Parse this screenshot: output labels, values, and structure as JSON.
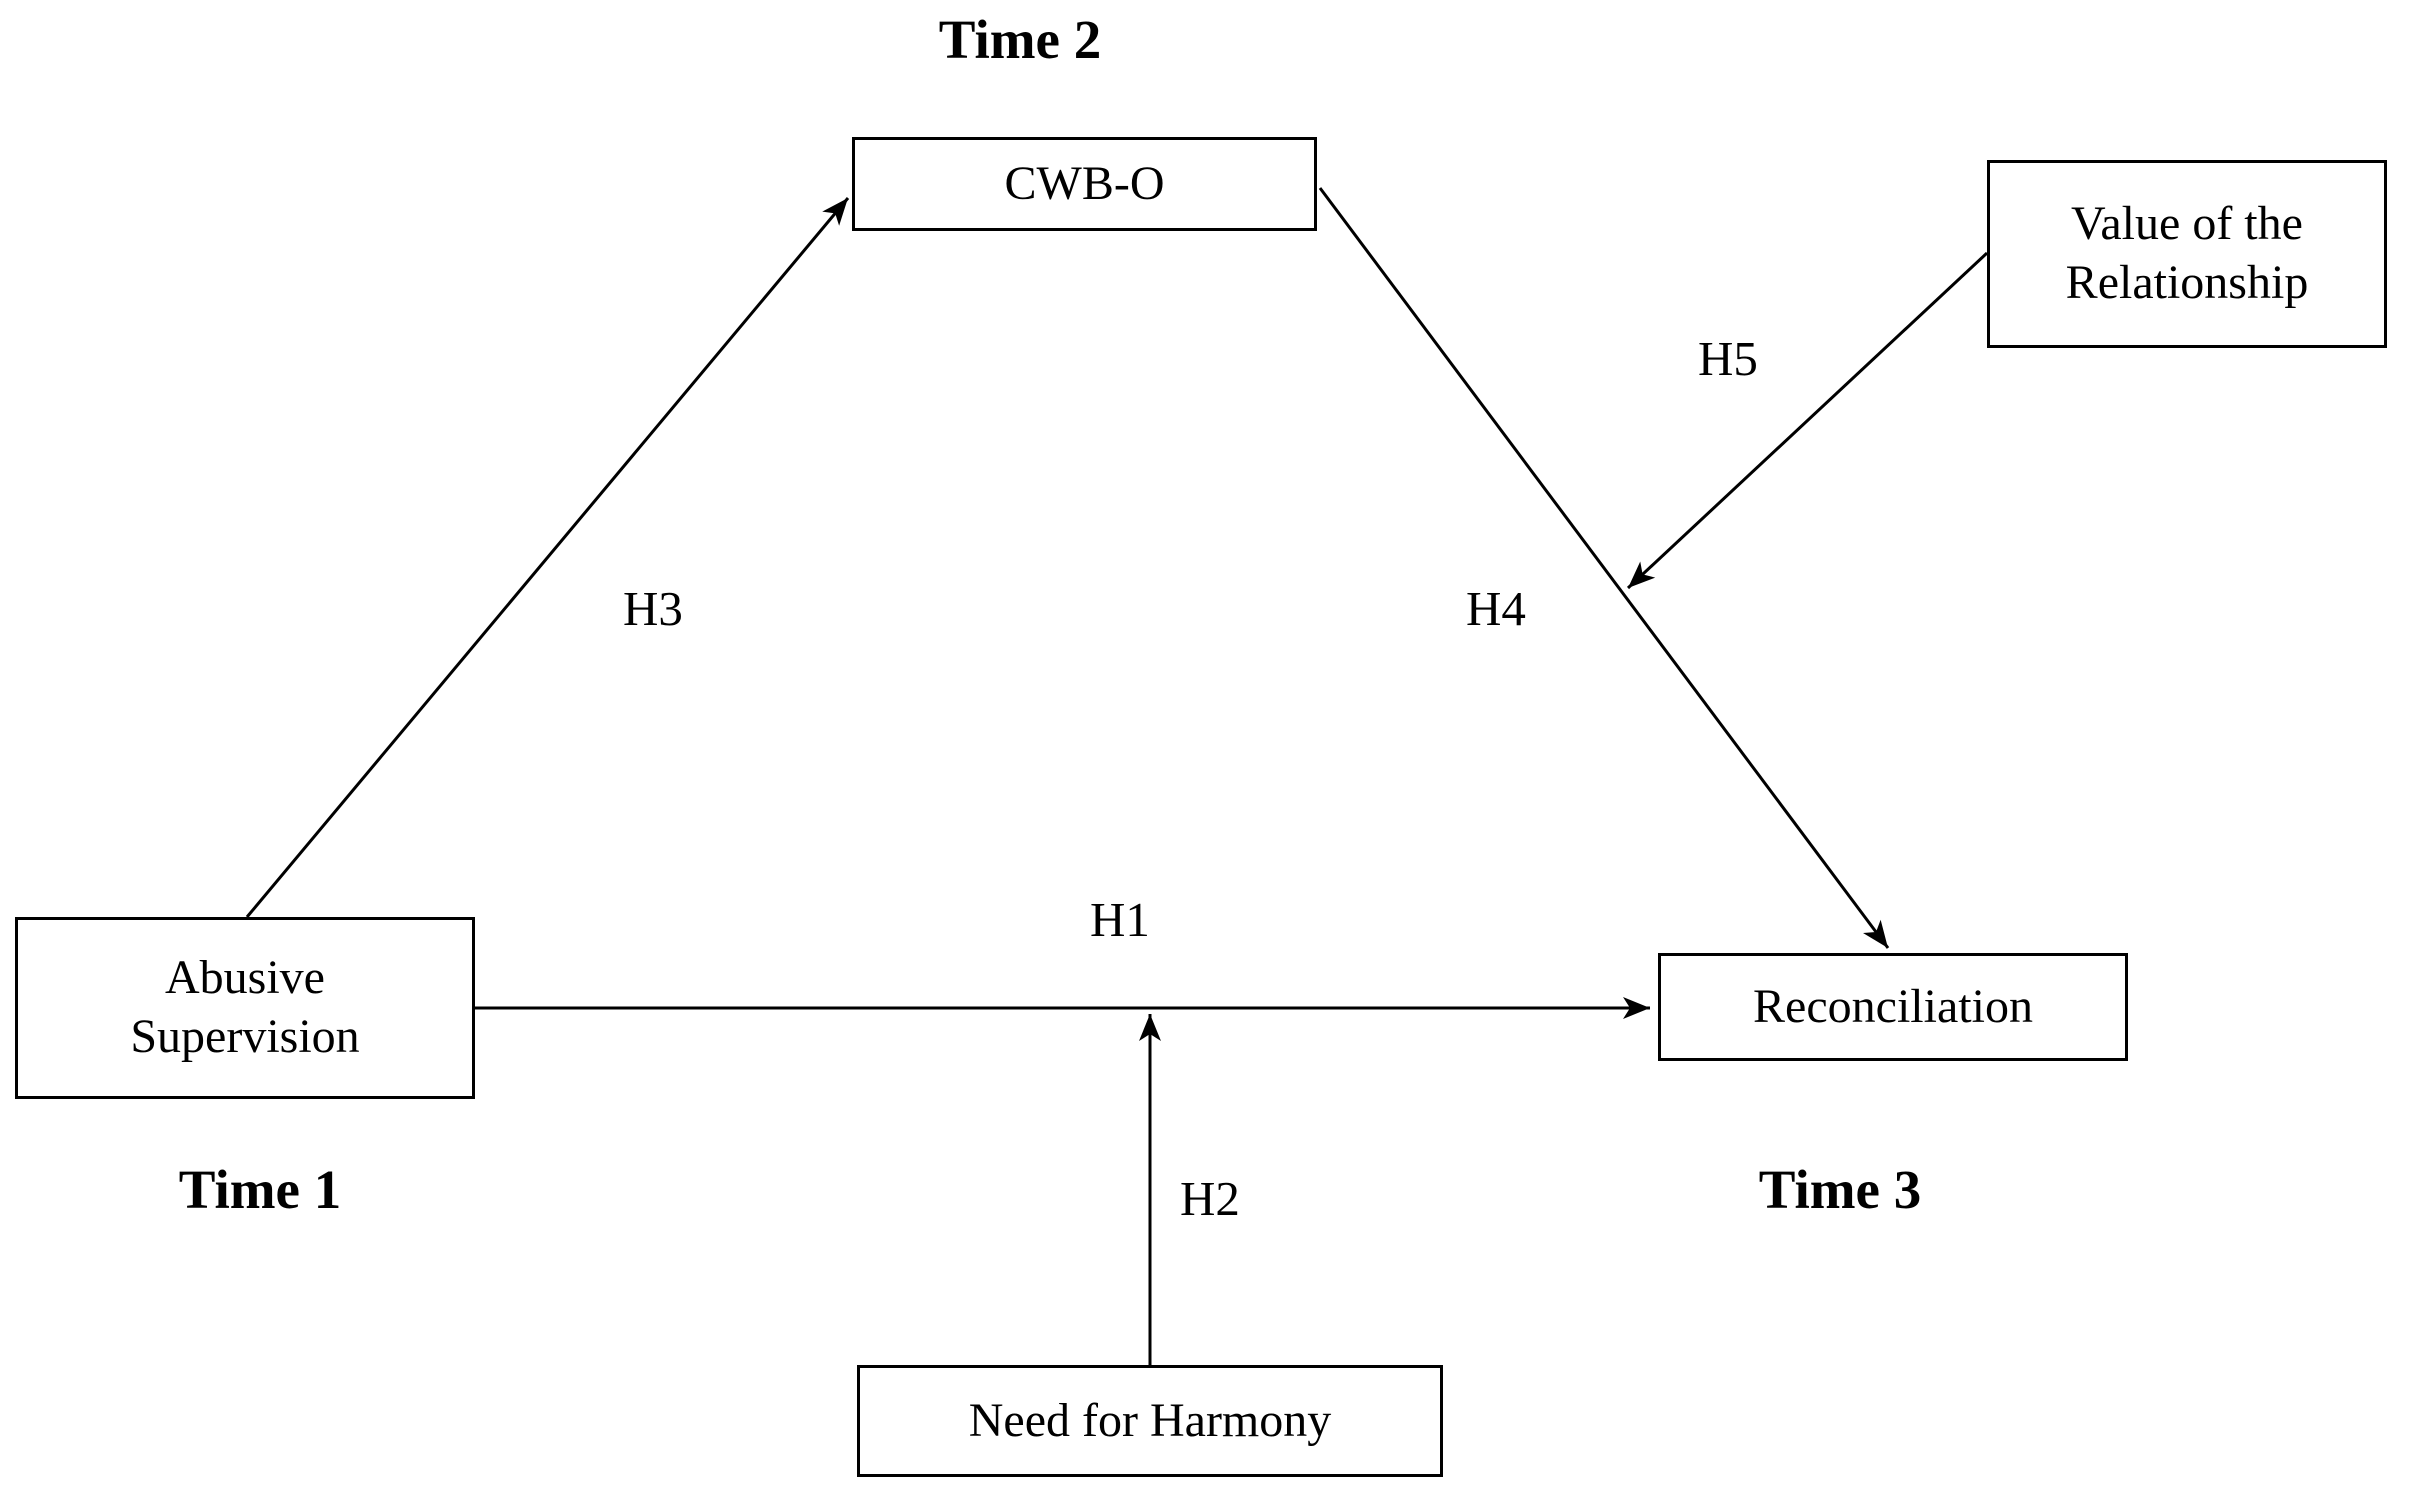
{
  "figure": {
    "background_color": "#ffffff",
    "line_color": "#000000",
    "text_color": "#000000"
  },
  "time_labels": {
    "time1": "Time 1",
    "time2": "Time 2",
    "time3": "Time 3"
  },
  "nodes": {
    "cwbo": {
      "label": "CWB-O"
    },
    "value_relationship": {
      "label": "Value of the Relationship"
    },
    "abusive_supervision": {
      "label": "Abusive Supervision"
    },
    "reconciliation": {
      "label": "Reconciliation"
    },
    "need_for_harmony": {
      "label": "Need for Harmony"
    }
  },
  "arrows": {
    "h1": {
      "label": "H1",
      "from": "abusive_supervision",
      "to": "reconciliation"
    },
    "h2": {
      "label": "H2",
      "from": "need_for_harmony",
      "to": "h1-arrow-midpoint"
    },
    "h3": {
      "label": "H3",
      "from": "abusive_supervision",
      "to": "cwbo"
    },
    "h4": {
      "label": "H4",
      "from": "cwbo",
      "to": "reconciliation"
    },
    "h5": {
      "label": "H5",
      "from": "value_relationship",
      "to": "h4-arrow-midpoint"
    }
  }
}
